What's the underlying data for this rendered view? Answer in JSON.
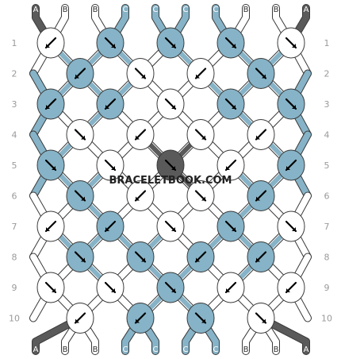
{
  "watermark": "BRACELETBOOK.COM",
  "colors": {
    "A": "#5a5a5a",
    "B": "#ffffff",
    "C": "#86b3c7",
    "outline": "#3a3a3a"
  },
  "top_strands": [
    "A",
    "B",
    "B",
    "C",
    "C",
    "C",
    "C",
    "B",
    "B",
    "A"
  ],
  "bottom_strands": [
    "A",
    "B",
    "B",
    "C",
    "C",
    "C",
    "C",
    "B",
    "B",
    "A"
  ],
  "row_numbers": [
    "1",
    "2",
    "3",
    "4",
    "5",
    "6",
    "7",
    "8",
    "9",
    "10"
  ],
  "knot_rows": [
    {
      "row": 1,
      "knots": [
        [
          "B",
          "dl"
        ],
        [
          "C",
          "dr"
        ],
        [
          "C",
          "dr"
        ],
        [
          "C",
          "dr"
        ],
        [
          "B",
          "dr"
        ]
      ]
    },
    {
      "row": 2,
      "knots": [
        [
          "C",
          "dl"
        ],
        [
          "B",
          "dr"
        ],
        [
          "B",
          "dl"
        ],
        [
          "C",
          "dr"
        ]
      ]
    },
    {
      "row": 3,
      "knots": [
        [
          "C",
          "dl"
        ],
        [
          "C",
          "dl"
        ],
        [
          "B",
          "dr"
        ],
        [
          "C",
          "dr"
        ],
        [
          "C",
          "dr"
        ]
      ]
    },
    {
      "row": 4,
      "knots": [
        [
          "B",
          "dr"
        ],
        [
          "B",
          "dl"
        ],
        [
          "B",
          "dr"
        ],
        [
          "B",
          "dl"
        ]
      ]
    },
    {
      "row": 5,
      "knots": [
        [
          "C",
          "dr"
        ],
        [
          "B",
          "dr"
        ],
        [
          "A",
          "dr"
        ],
        [
          "B",
          "dl"
        ],
        [
          "C",
          "dl"
        ]
      ]
    },
    {
      "row": 6,
      "knots": [
        [
          "C",
          "dr"
        ],
        [
          "B",
          "dl"
        ],
        [
          "B",
          "dr"
        ],
        [
          "C",
          "dl"
        ]
      ]
    },
    {
      "row": 7,
      "knots": [
        [
          "B",
          "dl"
        ],
        [
          "C",
          "dl"
        ],
        [
          "B",
          "dr"
        ],
        [
          "C",
          "dr"
        ],
        [
          "B",
          "dr"
        ]
      ]
    },
    {
      "row": 8,
      "knots": [
        [
          "C",
          "dr"
        ],
        [
          "C",
          "dr"
        ],
        [
          "C",
          "dl"
        ],
        [
          "C",
          "dl"
        ]
      ]
    },
    {
      "row": 9,
      "knots": [
        [
          "B",
          "dr"
        ],
        [
          "B",
          "dr"
        ],
        [
          "C",
          "dr"
        ],
        [
          "B",
          "dl"
        ],
        [
          "B",
          "dl"
        ]
      ]
    },
    {
      "row": 10,
      "knots": [
        [
          "B",
          "dl"
        ],
        [
          "C",
          "dl"
        ],
        [
          "C",
          "dr"
        ],
        [
          "B",
          "dr"
        ]
      ]
    }
  ]
}
